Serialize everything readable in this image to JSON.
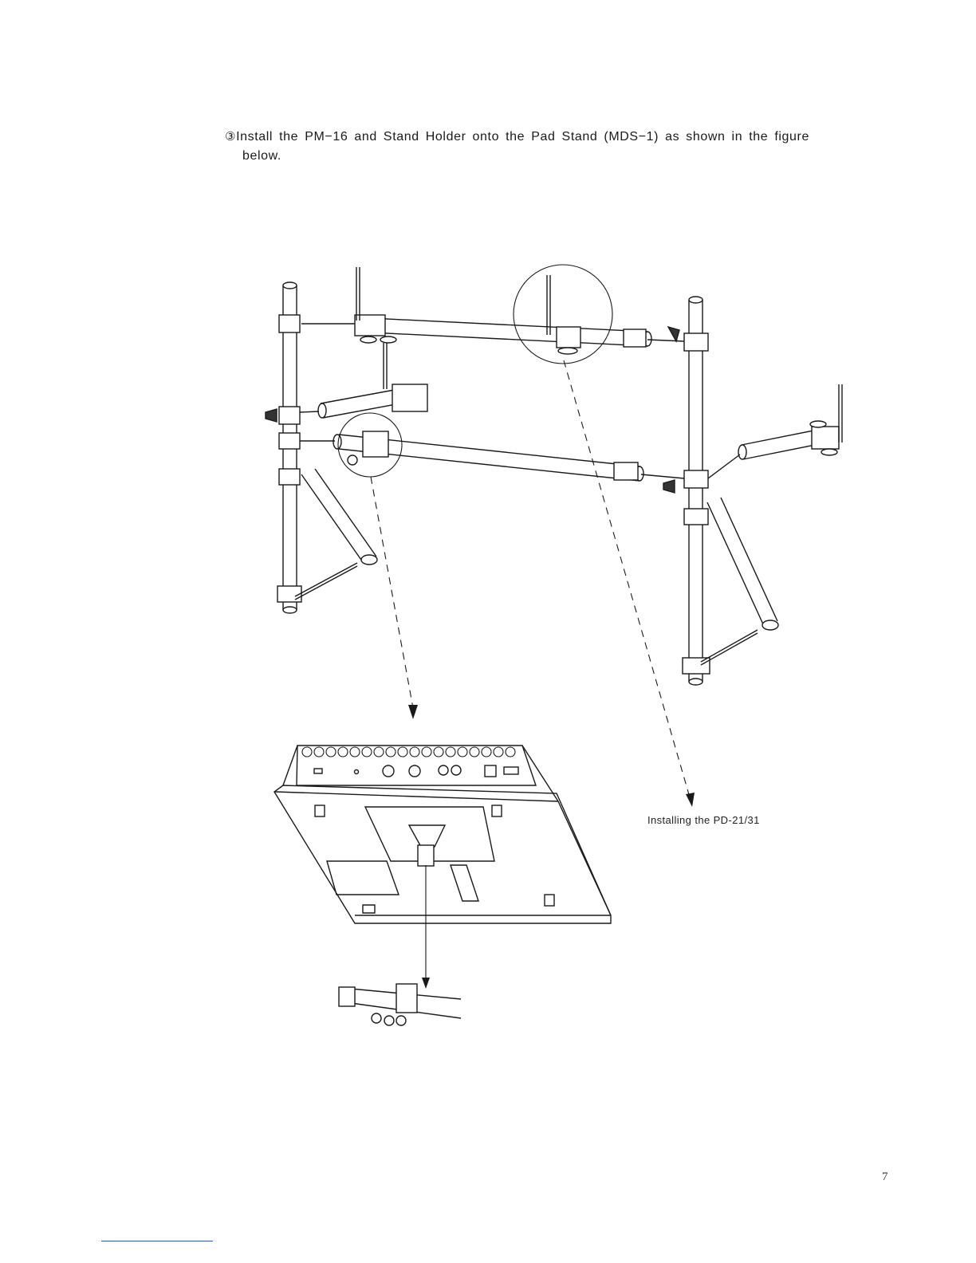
{
  "instruction": {
    "marker": "③",
    "line1": "Install the PM−16 and Stand Holder onto the Pad Stand (MDS−1) as shown in the figure",
    "line2": "below."
  },
  "figure": {
    "caption": "Installing the PD-21/31"
  },
  "page": {
    "number": "7"
  },
  "colors": {
    "ink": "#1a1a1a",
    "underline": "#3355cc"
  }
}
